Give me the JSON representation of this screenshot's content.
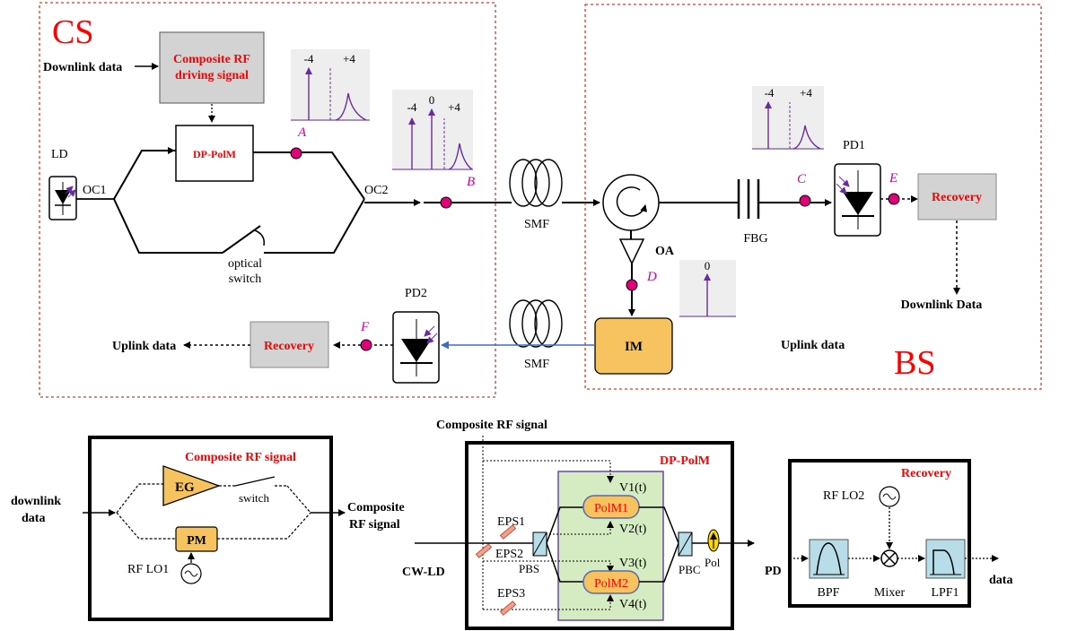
{
  "cs": {
    "title": "CS",
    "downlink_in": "Downlink data",
    "composite_line1": "Composite RF",
    "composite_line2": "driving signal",
    "ld": "LD",
    "oc1": "OC1",
    "oc2": "OC2",
    "dppolm": "DP-PolM",
    "switch_line1": "optical",
    "switch_line2": "switch",
    "pd2": "PD2",
    "recovery": "Recovery",
    "uplink_out": "Uplink data",
    "smf_down": "SMF",
    "smf_up": "SMF"
  },
  "bs": {
    "title": "BS",
    "fbg": "FBG",
    "pd1": "PD1",
    "recovery": "Recovery",
    "downlink_out": "Downlink Data",
    "oa": "OA",
    "im": "IM",
    "uplink": "Uplink data"
  },
  "points": {
    "a": "A",
    "b": "B",
    "c": "C",
    "d": "D",
    "e": "E",
    "f": "F"
  },
  "spectra": {
    "a": [
      "-4",
      "+4"
    ],
    "b": [
      "-4",
      "0",
      "+4"
    ],
    "c": [
      "-4",
      "+4"
    ],
    "d": [
      "0"
    ]
  },
  "composite_detail": {
    "title": "Composite RF signal",
    "input_line1": "downlink",
    "input_line2": "data",
    "eg": "EG",
    "switch": "switch",
    "pm": "PM",
    "lo": "RF LO1",
    "output_line1": "Composite",
    "output_line2": "RF signal"
  },
  "dppolm_detail": {
    "top": "Composite RF signal",
    "title": "DP-PolM",
    "cw": "CW-LD",
    "eps1": "EPS1",
    "eps2": "EPS2",
    "eps3": "EPS3",
    "pbs": "PBS",
    "pbc": "PBC",
    "polm1": "PolM1",
    "polm2": "PolM2",
    "v1": "V1(t)",
    "v2": "V2(t)",
    "v3": "V3(t)",
    "v4": "V4(t)",
    "pol": "Pol"
  },
  "recovery_detail": {
    "title": "Recovery",
    "lo": "RF LO2",
    "pd": "PD",
    "bpf": "BPF",
    "mixer": "Mixer",
    "lpf": "LPF1",
    "out": "data"
  },
  "colors": {
    "title_red": "#ff0000",
    "point_magenta": "#e0007a",
    "spectrum_purple": "#6a2c9a",
    "im_orange": "#f7c35f",
    "dppolm_green": "#d5ecc2",
    "filter_blue": "#b7dde8"
  }
}
